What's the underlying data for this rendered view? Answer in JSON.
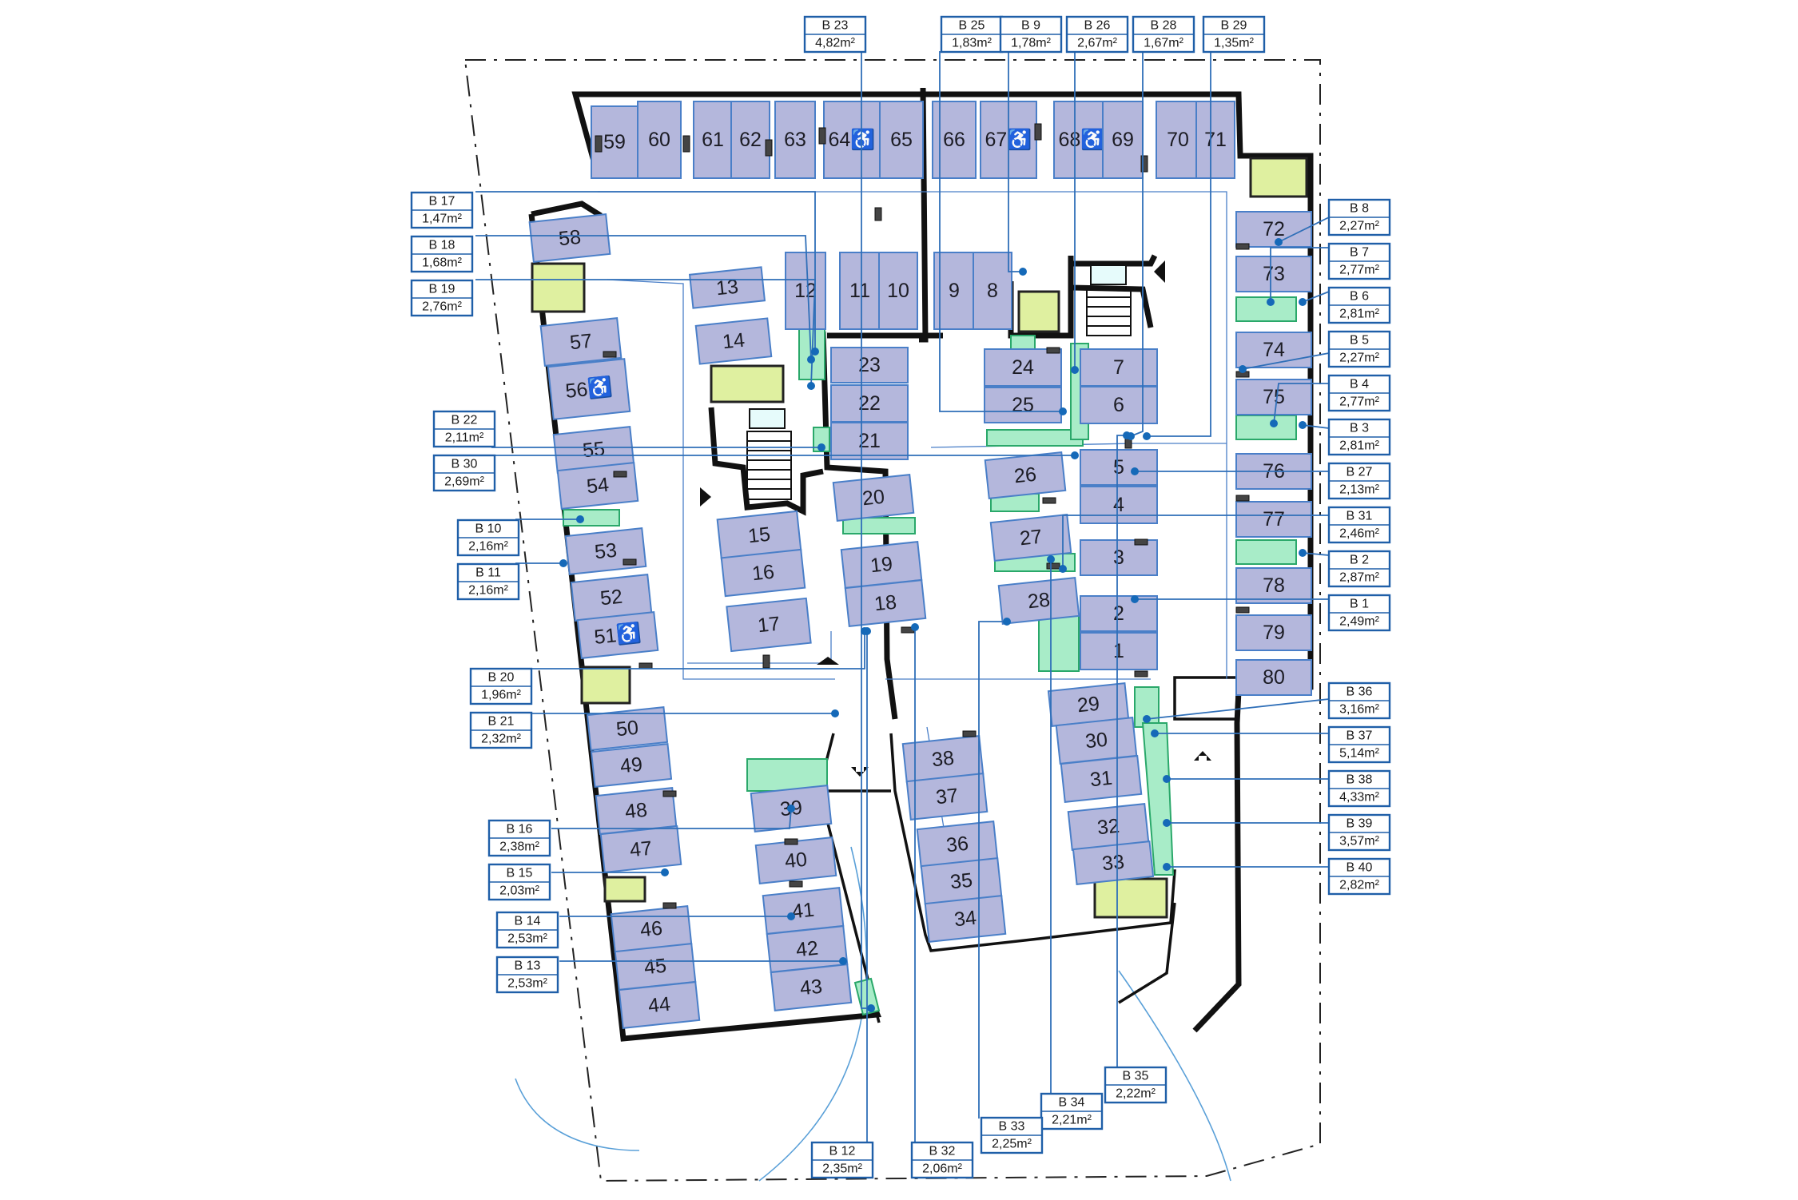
{
  "plan": {
    "spots": [
      {
        "label": "59"
      },
      {
        "label": "60"
      },
      {
        "label": "61"
      },
      {
        "label": "62"
      },
      {
        "label": "63"
      },
      {
        "label": "64♿"
      },
      {
        "label": "65"
      },
      {
        "label": "66"
      },
      {
        "label": "67♿"
      },
      {
        "label": "68♿"
      },
      {
        "label": "69"
      },
      {
        "label": "70"
      },
      {
        "label": "71"
      },
      {
        "label": "58"
      },
      {
        "label": "57"
      },
      {
        "label": "56♿"
      },
      {
        "label": "55"
      },
      {
        "label": "54"
      },
      {
        "label": "53"
      },
      {
        "label": "52"
      },
      {
        "label": "51♿"
      },
      {
        "label": "50"
      },
      {
        "label": "49"
      },
      {
        "label": "48"
      },
      {
        "label": "47"
      },
      {
        "label": "46"
      },
      {
        "label": "45"
      },
      {
        "label": "44"
      },
      {
        "label": "13"
      },
      {
        "label": "14"
      },
      {
        "label": "12"
      },
      {
        "label": "11"
      },
      {
        "label": "10"
      },
      {
        "label": "9"
      },
      {
        "label": "8"
      },
      {
        "label": "23"
      },
      {
        "label": "22"
      },
      {
        "label": "21"
      },
      {
        "label": "20"
      },
      {
        "label": "19"
      },
      {
        "label": "18"
      },
      {
        "label": "15"
      },
      {
        "label": "16"
      },
      {
        "label": "17"
      },
      {
        "label": "24"
      },
      {
        "label": "25"
      },
      {
        "label": "26"
      },
      {
        "label": "27"
      },
      {
        "label": "28"
      },
      {
        "label": "7"
      },
      {
        "label": "6"
      },
      {
        "label": "5"
      },
      {
        "label": "4"
      },
      {
        "label": "3"
      },
      {
        "label": "2"
      },
      {
        "label": "1"
      },
      {
        "label": "72"
      },
      {
        "label": "73"
      },
      {
        "label": "74"
      },
      {
        "label": "75"
      },
      {
        "label": "76"
      },
      {
        "label": "77"
      },
      {
        "label": "78"
      },
      {
        "label": "79"
      },
      {
        "label": "80"
      },
      {
        "label": "29"
      },
      {
        "label": "30"
      },
      {
        "label": "31"
      },
      {
        "label": "32"
      },
      {
        "label": "33"
      },
      {
        "label": "38"
      },
      {
        "label": "37"
      },
      {
        "label": "36"
      },
      {
        "label": "35"
      },
      {
        "label": "34"
      },
      {
        "label": "39"
      },
      {
        "label": "40"
      },
      {
        "label": "41"
      },
      {
        "label": "42"
      },
      {
        "label": "43"
      }
    ],
    "storage_boxes": [
      {
        "name": "B 23",
        "area": "4,82m²"
      },
      {
        "name": "B 25",
        "area": "1,83m²"
      },
      {
        "name": "B 9",
        "area": "1,78m²"
      },
      {
        "name": "B 26",
        "area": "2,67m²"
      },
      {
        "name": "B 28",
        "area": "1,67m²"
      },
      {
        "name": "B 29",
        "area": "1,35m²"
      },
      {
        "name": "B 17",
        "area": "1,47m²"
      },
      {
        "name": "B 18",
        "area": "1,68m²"
      },
      {
        "name": "B 19",
        "area": "2,76m²"
      },
      {
        "name": "B 22",
        "area": "2,11m²"
      },
      {
        "name": "B 30",
        "area": "2,69m²"
      },
      {
        "name": "B 10",
        "area": "2,16m²"
      },
      {
        "name": "B 11",
        "area": "2,16m²"
      },
      {
        "name": "B 20",
        "area": "1,96m²"
      },
      {
        "name": "B 21",
        "area": "2,32m²"
      },
      {
        "name": "B 16",
        "area": "2,38m²"
      },
      {
        "name": "B 15",
        "area": "2,03m²"
      },
      {
        "name": "B 14",
        "area": "2,53m²"
      },
      {
        "name": "B 13",
        "area": "2,53m²"
      },
      {
        "name": "B 8",
        "area": "2,27m²"
      },
      {
        "name": "B 7",
        "area": "2,77m²"
      },
      {
        "name": "B 6",
        "area": "2,81m²"
      },
      {
        "name": "B 5",
        "area": "2,27m²"
      },
      {
        "name": "B 4",
        "area": "2,77m²"
      },
      {
        "name": "B 3",
        "area": "2,81m²"
      },
      {
        "name": "B 27",
        "area": "2,13m²"
      },
      {
        "name": "B 31",
        "area": "2,46m²"
      },
      {
        "name": "B 2",
        "area": "2,87m²"
      },
      {
        "name": "B 1",
        "area": "2,49m²"
      },
      {
        "name": "B 36",
        "area": "3,16m²"
      },
      {
        "name": "B 37",
        "area": "5,14m²"
      },
      {
        "name": "B 38",
        "area": "4,33m²"
      },
      {
        "name": "B 39",
        "area": "3,57m²"
      },
      {
        "name": "B 40",
        "area": "2,82m²"
      },
      {
        "name": "B 35",
        "area": "2,22m²"
      },
      {
        "name": "B 34",
        "area": "2,21m²"
      },
      {
        "name": "B 33",
        "area": "2,25m²"
      },
      {
        "name": "B 12",
        "area": "2,35m²"
      },
      {
        "name": "B 32",
        "area": "2,06m²"
      }
    ],
    "colors": {
      "parking_spot": "#b4b7dc",
      "storage_room": "#a8ecc8",
      "technical_room": "#dff0a0",
      "label_frame": "#1f5fa8",
      "wall": "#111111"
    }
  }
}
